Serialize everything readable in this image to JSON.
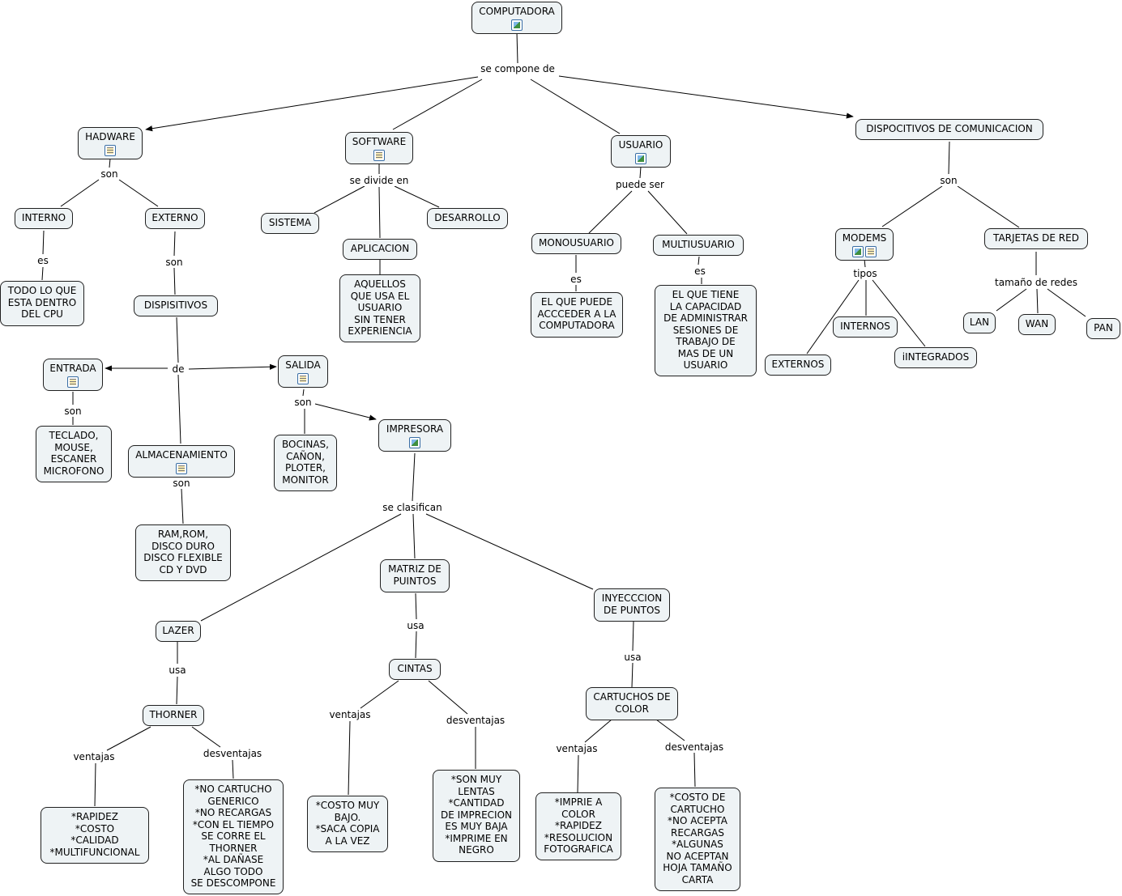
{
  "nodes": {
    "computadora": {
      "text": "COMPUTADORA",
      "icons": [
        "image"
      ]
    },
    "hadware": {
      "text": "HADWARE",
      "icons": [
        "doc"
      ]
    },
    "software": {
      "text": "SOFTWARE",
      "icons": [
        "doc"
      ]
    },
    "usuario": {
      "text": "USUARIO",
      "icons": [
        "image"
      ]
    },
    "dispocitivos": {
      "text": "DISPOCITIVOS DE COMUNICACION",
      "icons": []
    },
    "interno": {
      "text": "INTERNO",
      "icons": []
    },
    "externo": {
      "text": "EXTERNO",
      "icons": []
    },
    "todo": {
      "text": "TODO LO QUE\nESTA DENTRO\nDEL CPU",
      "icons": []
    },
    "dispisitivos": {
      "text": "DISPISITIVOS",
      "icons": []
    },
    "entrada": {
      "text": "ENTRADA",
      "icons": [
        "doc"
      ]
    },
    "salida": {
      "text": "SALIDA",
      "icons": [
        "doc"
      ]
    },
    "teclado": {
      "text": "TECLADO,\nMOUSE,\nESCANER\nMICROFONO",
      "icons": []
    },
    "almacenamiento": {
      "text": "ALMACENAMIENTO",
      "icons": [
        "doc"
      ]
    },
    "ram": {
      "text": "RAM,ROM,\nDISCO DURO\nDISCO FLEXIBLE\nCD Y DVD",
      "icons": []
    },
    "bocinas": {
      "text": "BOCINAS,\nCAÑON,\nPLOTER,\nMONITOR",
      "icons": []
    },
    "impresora": {
      "text": "IMPRESORA",
      "icons": [
        "image"
      ]
    },
    "sistema": {
      "text": "SISTEMA",
      "icons": []
    },
    "aplicacion": {
      "text": "APLICACION",
      "icons": []
    },
    "desarrollo": {
      "text": "DESARROLLO",
      "icons": []
    },
    "aquellos": {
      "text": "AQUELLOS\nQUE USA EL\nUSUARIO\nSIN TENER\nEXPERIENCIA",
      "icons": []
    },
    "monousuario": {
      "text": "MONOUSUARIO",
      "icons": []
    },
    "multiusuario": {
      "text": "MULTIUSUARIO",
      "icons": []
    },
    "elquepuede": {
      "text": "EL QUE PUEDE\nACCCEDER A LA\nCOMPUTADORA",
      "icons": []
    },
    "elquetiene": {
      "text": "EL QUE TIENE\nLA CAPACIDAD\nDE ADMINISTRAR\nSESIONES DE\nTRABAJO DE\nMAS DE UN\nUSUARIO",
      "icons": []
    },
    "modems": {
      "text": "MODEMS",
      "icons": [
        "image",
        "doc"
      ]
    },
    "tarjetas": {
      "text": "TARJETAS DE RED",
      "icons": []
    },
    "internos": {
      "text": "INTERNOS",
      "icons": []
    },
    "externos": {
      "text": "EXTERNOS",
      "icons": []
    },
    "integrados": {
      "text": "iINTEGRADOS",
      "icons": []
    },
    "lan": {
      "text": "LAN",
      "icons": []
    },
    "wan": {
      "text": "WAN",
      "icons": []
    },
    "pan": {
      "text": "PAN",
      "icons": []
    },
    "lazer": {
      "text": "LAZER",
      "icons": []
    },
    "matriz": {
      "text": "MATRIZ DE\nPUINTOS",
      "icons": []
    },
    "inyeccion": {
      "text": "INYECCCION\nDE PUNTOS",
      "icons": []
    },
    "thorner": {
      "text": "THORNER",
      "icons": []
    },
    "cintas": {
      "text": "CINTAS",
      "icons": []
    },
    "cartuchos": {
      "text": "CARTUCHOS DE\nCOLOR",
      "icons": []
    },
    "rapidez": {
      "text": "*RAPIDEZ\n*COSTO\n*CALIDAD\n*MULTIFUNCIONAL",
      "icons": []
    },
    "nocartucho": {
      "text": "*NO CARTUCHO\nGENERICO\n*NO RECARGAS\n*CON EL TIEMPO\nSE CORRE EL\nTHORNER\n*AL DAÑASE\nALGO TODO\nSE DESCOMPONE",
      "icons": []
    },
    "costomuy": {
      "text": "*COSTO MUY\nBAJO.\n*SACA COPIA\nA LA VEZ",
      "icons": []
    },
    "sonmuy": {
      "text": "*SON MUY\nLENTAS\n*CANTIDAD\nDE IMPRECION\nES MUY BAJA\n*IMPRIME EN\nNEGRO",
      "icons": []
    },
    "imprie": {
      "text": "*IMPRIE A\nCOLOR\n*RAPIDEZ\n*RESOLUCION\nFOTOGRAFICA",
      "icons": []
    },
    "costode": {
      "text": "*COSTO DE\nCARTUCHO\n*NO ACEPTA\nRECARGAS\n*ALGUNAS\nNO ACEPTAN\nHOJA TAMAÑO\nCARTA",
      "icons": []
    }
  },
  "labels": {
    "se_compone_de": "se compone de",
    "son_hadware": "son",
    "es_interno": "es",
    "son_externo": "son",
    "de_dispisitivos": "de",
    "son_entrada": "son",
    "son_almacenamiento": "son",
    "son_salida": "son",
    "se_divide_en": "se divide en",
    "puede_ser": "puede ser",
    "es_mono": "es",
    "es_multi": "es",
    "son_dispo": "son",
    "tipos": "tipos",
    "tamano_de_redes": "tamaño de redes",
    "se_clasifican": "se clasifican",
    "usa_lazer": "usa",
    "usa_matriz": "usa",
    "usa_inyeccion": "usa",
    "ventajas_thorner": "ventajas",
    "desventajas_thorner": "desventajas",
    "ventajas_cintas": "ventajas",
    "desventajas_cintas": "desventajas",
    "ventajas_cartuchos": "ventajas",
    "desventajas_cartuchos": "desventajas"
  }
}
